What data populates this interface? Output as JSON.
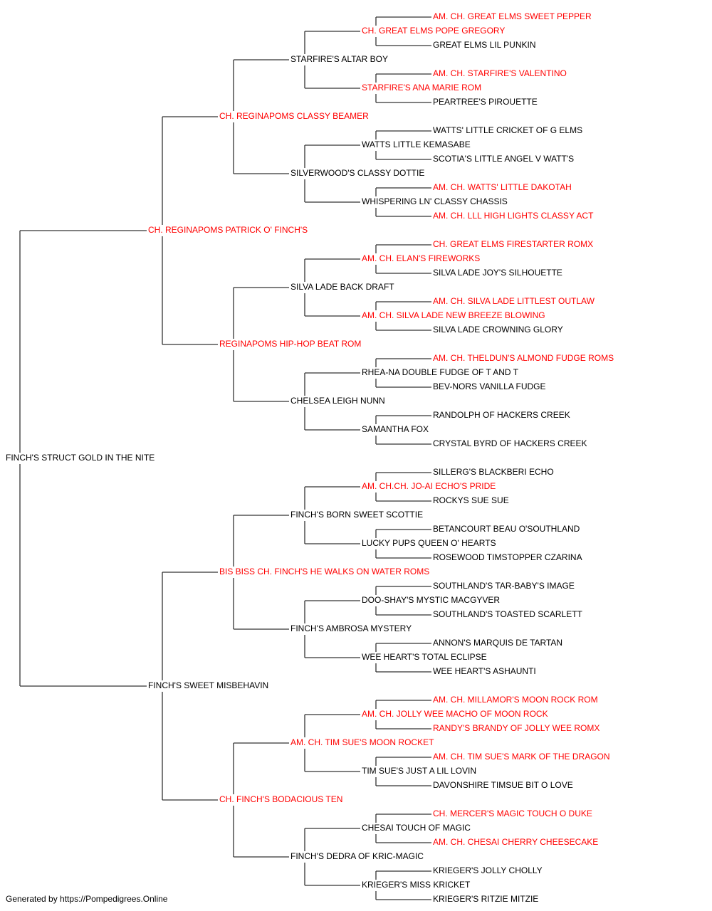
{
  "colors": {
    "champion": "#ff0000",
    "normal": "#000000",
    "line": "#333333"
  },
  "pedigree": {
    "name": "FINCH'S STRUCT GOLD IN THE NITE",
    "champion": false,
    "sire": {
      "name": "CH. REGINAPOMS PATRICK O' FINCH'S",
      "champion": true,
      "sire": {
        "name": "CH. REGINAPOMS CLASSY BEAMER",
        "champion": true,
        "sire": {
          "name": "STARFIRE'S ALTAR BOY",
          "champion": false,
          "sire": {
            "name": "CH. GREAT ELMS POPE GREGORY",
            "champion": true,
            "sire": {
              "name": "AM. CH. GREAT ELMS SWEET PEPPER",
              "champion": true
            },
            "dam": {
              "name": "GREAT ELMS LIL PUNKIN",
              "champion": false
            }
          },
          "dam": {
            "name": "STARFIRE'S ANA MARIE ROM",
            "champion": true,
            "sire": {
              "name": "AM. CH. STARFIRE'S VALENTINO",
              "champion": true
            },
            "dam": {
              "name": "PEARTREE'S PIROUETTE",
              "champion": false
            }
          }
        },
        "dam": {
          "name": "SILVERWOOD'S CLASSY DOTTIE",
          "champion": false,
          "sire": {
            "name": "WATTS LITTLE KEMASABE",
            "champion": false,
            "sire": {
              "name": "WATTS' LITTLE CRICKET OF G ELMS",
              "champion": false
            },
            "dam": {
              "name": "SCOTIA'S LITTLE ANGEL V WATT'S",
              "champion": false
            }
          },
          "dam": {
            "name": "WHISPERING LN' CLASSY CHASSIS",
            "champion": false,
            "sire": {
              "name": "AM. CH. WATTS' LITTLE DAKOTAH",
              "champion": true
            },
            "dam": {
              "name": "AM. CH. LLL HIGH LIGHTS CLASSY ACT",
              "champion": true
            }
          }
        }
      },
      "dam": {
        "name": "REGINAPOMS HIP-HOP BEAT ROM",
        "champion": true,
        "sire": {
          "name": "SILVA LADE BACK DRAFT",
          "champion": false,
          "sire": {
            "name": "AM. CH. ELAN'S FIREWORKS",
            "champion": true,
            "sire": {
              "name": "CH. GREAT ELMS FIRESTARTER ROMX",
              "champion": true
            },
            "dam": {
              "name": "SILVA LADE JOY'S SILHOUETTE",
              "champion": false
            }
          },
          "dam": {
            "name": "AM. CH. SILVA LADE NEW BREEZE BLOWING",
            "champion": true,
            "sire": {
              "name": "AM. CH. SILVA LADE LITTLEST OUTLAW",
              "champion": true
            },
            "dam": {
              "name": "SILVA LADE CROWNING GLORY",
              "champion": false
            }
          }
        },
        "dam": {
          "name": "CHELSEA LEIGH NUNN",
          "champion": false,
          "sire": {
            "name": "RHEA-NA DOUBLE FUDGE OF T AND T",
            "champion": false,
            "sire": {
              "name": "AM. CH. THELDUN'S ALMOND FUDGE ROMS",
              "champion": true
            },
            "dam": {
              "name": "BEV-NORS VANILLA FUDGE",
              "champion": false
            }
          },
          "dam": {
            "name": "SAMANTHA FOX",
            "champion": false,
            "sire": {
              "name": "RANDOLPH OF HACKERS CREEK",
              "champion": false
            },
            "dam": {
              "name": "CRYSTAL BYRD OF HACKERS CREEK",
              "champion": false
            }
          }
        }
      }
    },
    "dam": {
      "name": "FINCH'S SWEET MISBEHAVIN",
      "champion": false,
      "sire": {
        "name": "BIS BISS CH. FINCH'S HE WALKS ON WATER ROMS",
        "champion": true,
        "sire": {
          "name": "FINCH'S BORN SWEET SCOTTIE",
          "champion": false,
          "sire": {
            "name": "AM. CH.CH. JO-AI ECHO'S PRIDE",
            "champion": true,
            "sire": {
              "name": "SILLERG'S BLACKBERI ECHO",
              "champion": false
            },
            "dam": {
              "name": "ROCKYS SUE SUE",
              "champion": false
            }
          },
          "dam": {
            "name": "LUCKY PUPS QUEEN O' HEARTS",
            "champion": false,
            "sire": {
              "name": "BETANCOURT BEAU O'SOUTHLAND",
              "champion": false
            },
            "dam": {
              "name": "ROSEWOOD TIMSTOPPER CZARINA",
              "champion": false
            }
          }
        },
        "dam": {
          "name": "FINCH'S AMBROSA MYSTERY",
          "champion": false,
          "sire": {
            "name": "DOO-SHAY'S MYSTIC MACGYVER",
            "champion": false,
            "sire": {
              "name": "SOUTHLAND'S TAR-BABY'S IMAGE",
              "champion": false
            },
            "dam": {
              "name": "SOUTHLAND'S TOASTED SCARLETT",
              "champion": false
            }
          },
          "dam": {
            "name": "WEE HEART'S TOTAL ECLIPSE",
            "champion": false,
            "sire": {
              "name": "ANNON'S MARQUIS DE TARTAN",
              "champion": false
            },
            "dam": {
              "name": "WEE HEART'S ASHAUNTI",
              "champion": false
            }
          }
        }
      },
      "dam": {
        "name": "CH. FINCH'S BODACIOUS TEN",
        "champion": true,
        "sire": {
          "name": "AM. CH. TIM SUE'S MOON ROCKET",
          "champion": true,
          "sire": {
            "name": "AM. CH. JOLLY WEE MACHO OF MOON ROCK",
            "champion": true,
            "sire": {
              "name": "AM. CH. MILLAMOR'S MOON ROCK ROM",
              "champion": true
            },
            "dam": {
              "name": "RANDY'S BRANDY OF JOLLY WEE ROMX",
              "champion": true
            }
          },
          "dam": {
            "name": "TIM SUE'S JUST A LIL LOVIN",
            "champion": false,
            "sire": {
              "name": "AM. CH. TIM SUE'S MARK OF THE DRAGON",
              "champion": true
            },
            "dam": {
              "name": "DAVONSHIRE TIMSUE BIT O LOVE",
              "champion": false
            }
          }
        },
        "dam": {
          "name": "FINCH'S DEDRA OF KRIC-MAGIC",
          "champion": false,
          "sire": {
            "name": "CHESAI TOUCH OF MAGIC",
            "champion": false,
            "sire": {
              "name": "CH. MERCER'S MAGIC TOUCH O DUKE",
              "champion": true
            },
            "dam": {
              "name": "AM. CH. CHESAI CHERRY CHEESECAKE",
              "champion": true
            }
          },
          "dam": {
            "name": "KRIEGER'S MISS KRICKET",
            "champion": false,
            "sire": {
              "name": "KRIEGER'S JOLLY CHOLLY",
              "champion": false
            },
            "dam": {
              "name": "KRIEGER'S RITZIE MITZIE",
              "champion": false
            }
          }
        }
      }
    }
  },
  "footer": "Generated by https://Pompedigrees.Online"
}
